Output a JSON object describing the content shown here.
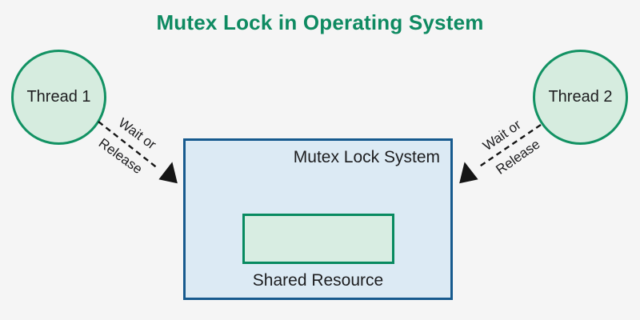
{
  "title": "Mutex Lock in Operating System",
  "nodes": {
    "thread1": {
      "label": "Thread 1"
    },
    "thread2": {
      "label": "Thread 2"
    },
    "mutex_box": {
      "label": "Mutex Lock System"
    },
    "shared_resource": {
      "label": "Shared Resource"
    }
  },
  "arrows": {
    "left": {
      "line1": "Wait or",
      "line2": "Release"
    },
    "right": {
      "line1": "Wait or",
      "line2": "Release"
    }
  },
  "colors": {
    "background": "#f5f5f5",
    "title_green": "#0e8a61",
    "node_fill": "#d6ecdf",
    "node_border": "#129263",
    "box_fill": "#dceaf4",
    "box_border": "#175a8e",
    "resource_fill": "#d8ede2",
    "resource_border": "#088a60",
    "arrow_color": "#151515",
    "text_color": "#1d1d1f"
  }
}
